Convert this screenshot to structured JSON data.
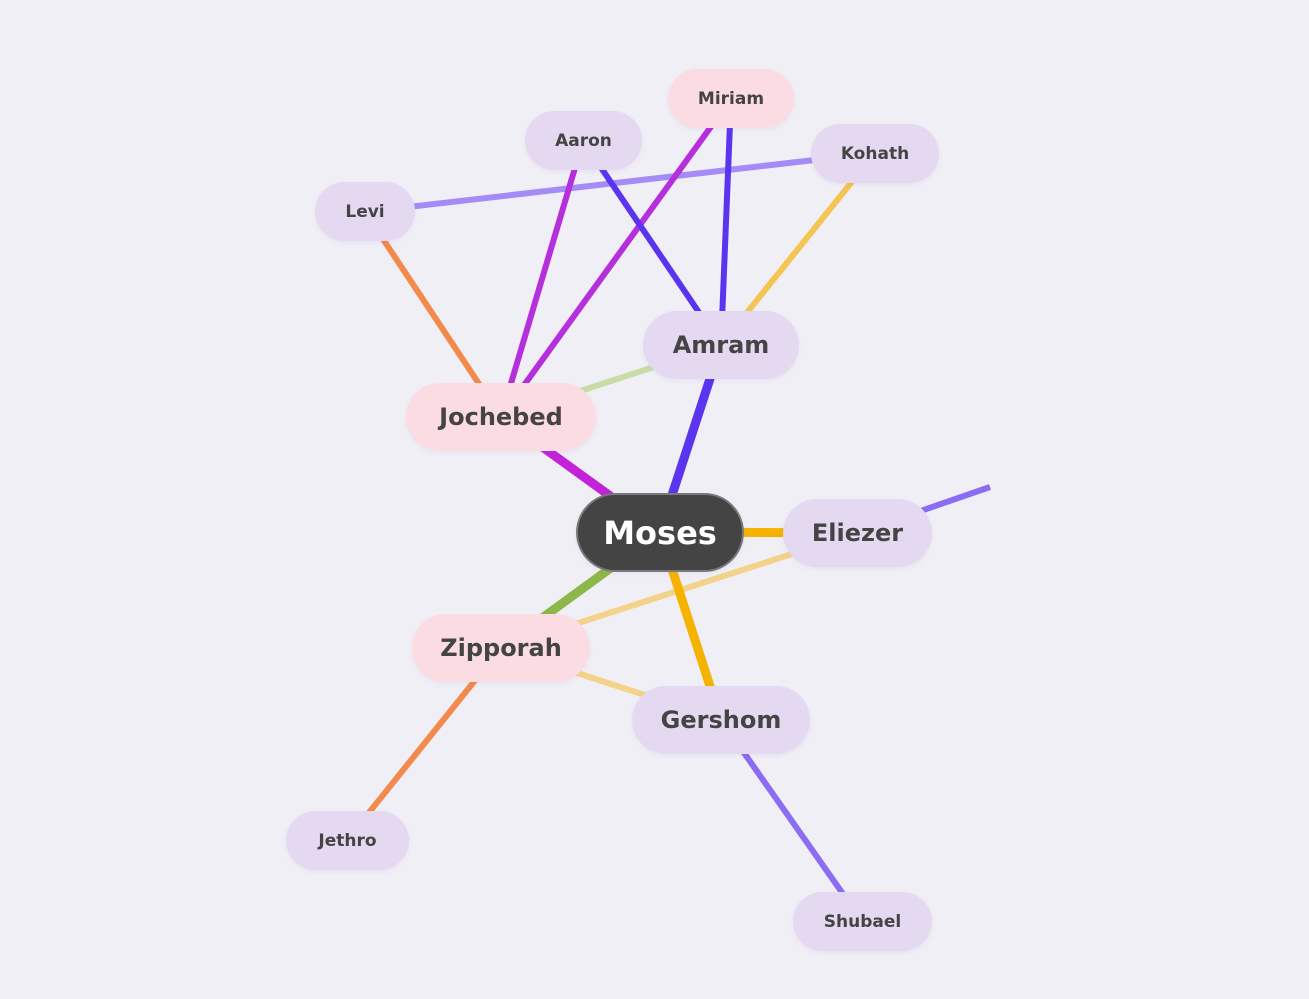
{
  "colors": {
    "blue_violet": "#5b34f0",
    "light_violet": "#a48bf5",
    "mid_violet": "#8b6cf2",
    "magenta": "#b62fdc",
    "deep_magenta": "#c223d8",
    "orange": "#f28a4c",
    "gold": "#f5b301",
    "light_gold": "#f3c553",
    "pale_gold": "#f3d38a",
    "green": "#8cb84a",
    "pale_green": "#c9dca6",
    "node_purple": "#e5d8f1",
    "node_pink": "#fcdce3",
    "node_center": "#444444",
    "background": "#f1eff6"
  },
  "nodes": [
    {
      "id": "moses",
      "label": "Moses"
    },
    {
      "id": "amram",
      "label": "Amram"
    },
    {
      "id": "jochebed",
      "label": "Jochebed"
    },
    {
      "id": "eliezer",
      "label": "Eliezer"
    },
    {
      "id": "zipporah",
      "label": "Zipporah"
    },
    {
      "id": "gershom",
      "label": "Gershom"
    },
    {
      "id": "miriam",
      "label": "Miriam"
    },
    {
      "id": "aaron",
      "label": "Aaron"
    },
    {
      "id": "kohath",
      "label": "Kohath"
    },
    {
      "id": "levi",
      "label": "Levi"
    },
    {
      "id": "jethro",
      "label": "Jethro"
    },
    {
      "id": "shubael",
      "label": "Shubael"
    }
  ],
  "edges": [
    {
      "from": "levi",
      "to": "kohath",
      "color": "light_violet"
    },
    {
      "from": "levi",
      "to": "jochebed",
      "color": "orange"
    },
    {
      "from": "aaron",
      "to": "jochebed",
      "color": "magenta"
    },
    {
      "from": "miriam",
      "to": "jochebed",
      "color": "magenta"
    },
    {
      "from": "aaron",
      "to": "amram",
      "color": "blue_violet"
    },
    {
      "from": "miriam",
      "to": "amram",
      "color": "blue_violet"
    },
    {
      "from": "kohath",
      "to": "amram",
      "color": "light_gold"
    },
    {
      "from": "jochebed",
      "to": "amram",
      "color": "pale_green"
    },
    {
      "from": "moses",
      "to": "jochebed",
      "color": "deep_magenta"
    },
    {
      "from": "moses",
      "to": "amram",
      "color": "blue_violet"
    },
    {
      "from": "moses",
      "to": "eliezer",
      "color": "gold"
    },
    {
      "from": "eliezer",
      "to": "offscreen",
      "color": "mid_violet"
    },
    {
      "from": "zipporah",
      "to": "eliezer",
      "color": "pale_gold"
    },
    {
      "from": "zipporah",
      "to": "gershom",
      "color": "pale_gold"
    },
    {
      "from": "moses",
      "to": "zipporah",
      "color": "green"
    },
    {
      "from": "moses",
      "to": "gershom",
      "color": "gold"
    },
    {
      "from": "zipporah",
      "to": "jethro",
      "color": "orange"
    },
    {
      "from": "gershom",
      "to": "shubael",
      "color": "mid_violet"
    }
  ]
}
